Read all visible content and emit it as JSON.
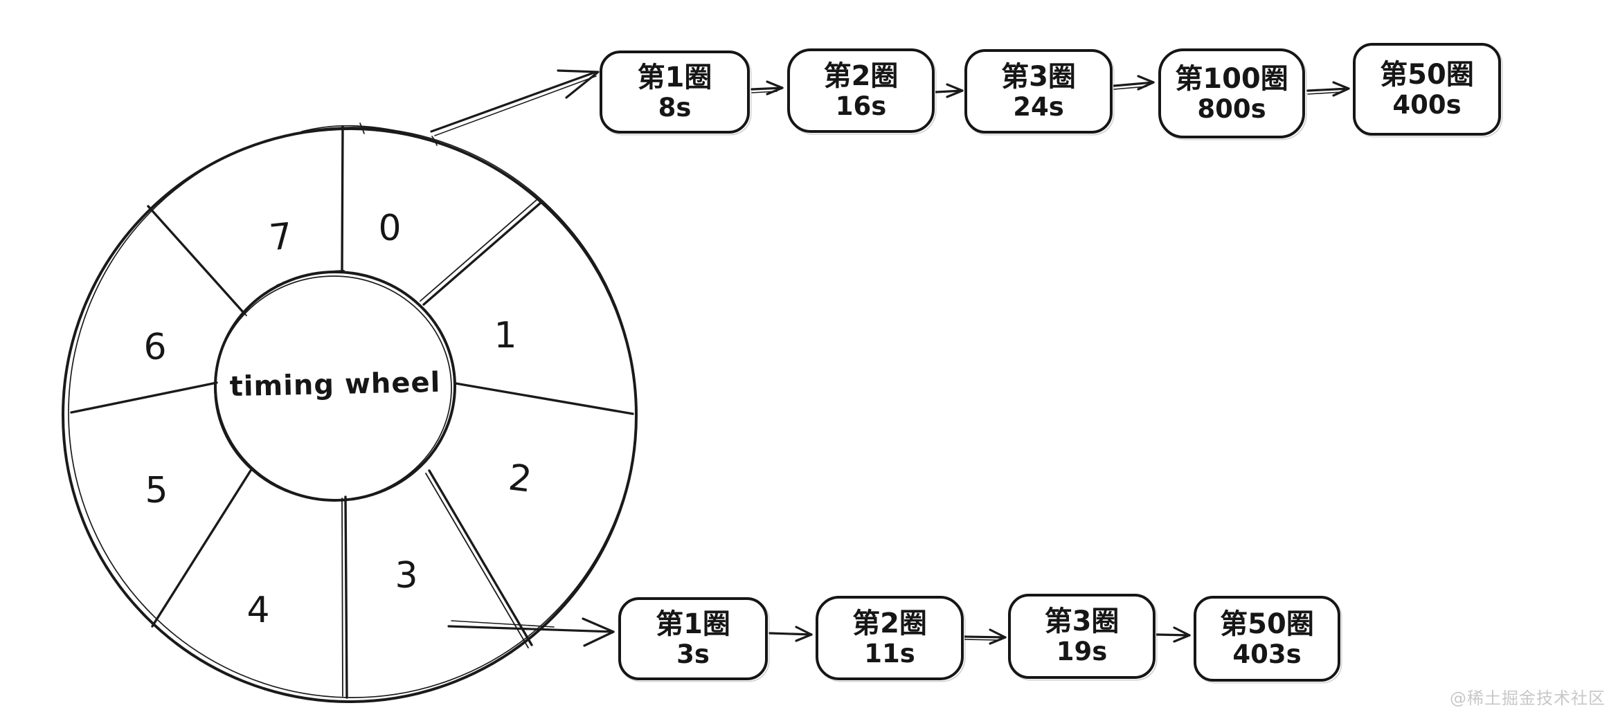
{
  "wheel": {
    "center_label": "timing wheel",
    "segments": [
      "0",
      "1",
      "2",
      "3",
      "4",
      "5",
      "6",
      "7"
    ]
  },
  "top_chain": {
    "nodes": [
      {
        "label": "第1圈",
        "time": "8s"
      },
      {
        "label": "第2圈",
        "time": "16s"
      },
      {
        "label": "第3圈",
        "time": "24s"
      },
      {
        "label": "第100圈",
        "time": "800s"
      },
      {
        "label": "第50圈",
        "time": "400s"
      }
    ]
  },
  "bottom_chain": {
    "nodes": [
      {
        "label": "第1圈",
        "time": "3s"
      },
      {
        "label": "第2圈",
        "time": "11s"
      },
      {
        "label": "第3圈",
        "time": "19s"
      },
      {
        "label": "第50圈",
        "time": "403s"
      }
    ]
  },
  "watermark": "@稀土掘金技术社区",
  "colors": {
    "stroke": "#1a1a1a",
    "background": "#ffffff",
    "watermark": "#c8c8c8"
  }
}
